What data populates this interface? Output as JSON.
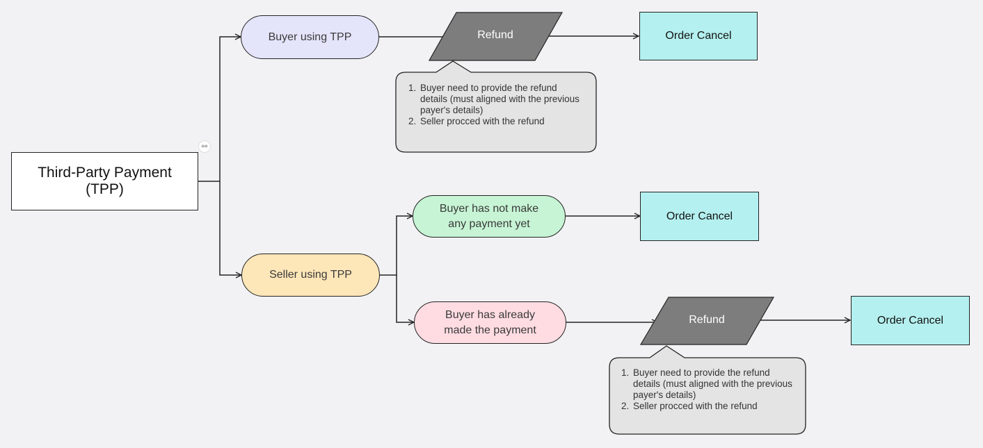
{
  "colors": {
    "background": "#f2f2f4",
    "buyer_tpp": "#e4e4fb",
    "seller_tpp": "#fde6b8",
    "no_payment": "#c6f4d4",
    "paid": "#ffdce2",
    "refund": "#7d7d7d",
    "order_cancel": "#b4f0ef",
    "note": "#e4e4e4"
  },
  "root": {
    "line1": "Third-Party Payment",
    "line2": "(TPP)",
    "link_icon": "link-icon"
  },
  "buyer_tpp": {
    "label": "Buyer using TPP"
  },
  "seller_tpp": {
    "label": "Seller using TPP"
  },
  "no_payment": {
    "line1": "Buyer has not make",
    "line2": "any payment yet"
  },
  "paid": {
    "line1": "Buyer has already",
    "line2": "made the payment"
  },
  "refund_top": {
    "label": "Refund"
  },
  "refund_bottom": {
    "label": "Refund"
  },
  "cancel_top": {
    "label": "Order Cancel"
  },
  "cancel_mid": {
    "label": "Order Cancel"
  },
  "cancel_bottom": {
    "label": "Order Cancel"
  },
  "note_top": {
    "items": [
      "Buyer need to provide the refund details (must aligned with the previous payer's details)",
      "Seller procced with the refund"
    ]
  },
  "note_bottom": {
    "items": [
      "Buyer need to provide the refund details (must aligned with the previous payer's details)",
      "Seller procced with the refund"
    ]
  }
}
